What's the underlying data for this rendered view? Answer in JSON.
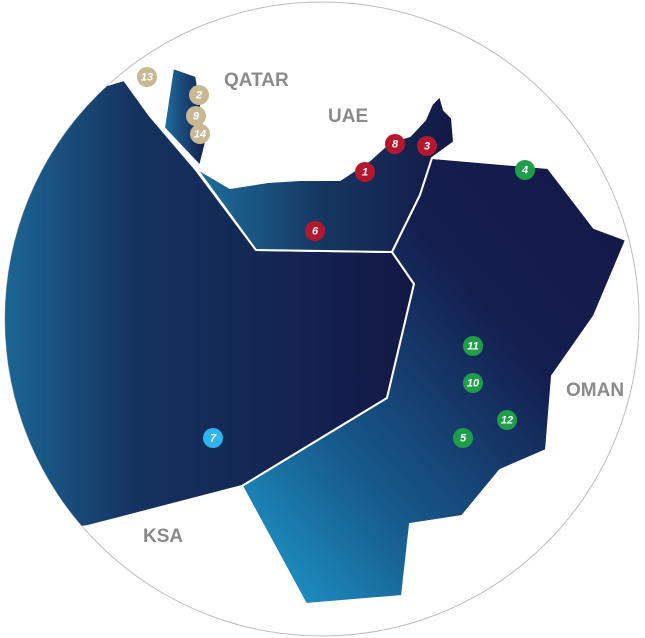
{
  "map": {
    "labels": {
      "qatar": "QATAR",
      "uae": "UAE",
      "oman": "OMAN",
      "ksa": "KSA"
    },
    "colors": {
      "red": "#b5172e",
      "green": "#1f9e4a",
      "beige": "#c8b994",
      "blue": "#2fb4ec",
      "region_dark": "#131a45",
      "region_light": "#1f6f9e"
    },
    "markers": [
      {
        "num": "1",
        "color": "red"
      },
      {
        "num": "2",
        "color": "beige"
      },
      {
        "num": "3",
        "color": "red"
      },
      {
        "num": "4",
        "color": "green"
      },
      {
        "num": "5",
        "color": "green"
      },
      {
        "num": "6",
        "color": "red"
      },
      {
        "num": "7",
        "color": "blue"
      },
      {
        "num": "8",
        "color": "red"
      },
      {
        "num": "9",
        "color": "beige"
      },
      {
        "num": "10",
        "color": "green"
      },
      {
        "num": "11",
        "color": "green"
      },
      {
        "num": "12",
        "color": "green"
      },
      {
        "num": "13",
        "color": "beige"
      },
      {
        "num": "14",
        "color": "beige"
      }
    ]
  }
}
